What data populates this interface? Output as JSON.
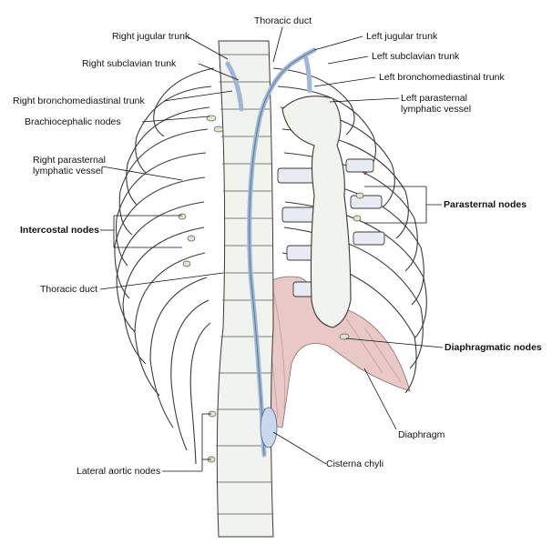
{
  "labels": {
    "thoracic_duct_top": "Thoracic duct",
    "right_jugular_trunk": "Right jugular trunk",
    "right_subclavian_trunk": "Right subclavian trunk",
    "right_bronchomediastinal_trunk": "Right bronchomediastinal trunk",
    "brachiocephalic_nodes": "Brachiocephalic nodes",
    "right_parasternal_line1": "Right parasternal",
    "right_parasternal_line2": "lymphatic vessel",
    "intercostal_nodes": "Intercostal nodes",
    "thoracic_duct_left": "Thoracic duct",
    "lateral_aortic_nodes": "Lateral aortic nodes",
    "left_jugular_trunk": "Left jugular trunk",
    "left_subclavian_trunk": "Left subclavian trunk",
    "left_bronchomediastinal_trunk": "Left bronchomediastinal trunk",
    "left_parasternal_line1": "Left parasternal",
    "left_parasternal_line2": "lymphatic vessel",
    "parasternal_nodes": "Parasternal nodes",
    "diaphragmatic_nodes": "Diaphragmatic nodes",
    "diaphragm": "Diaphragm",
    "cisterna_chyli": "Cisterna chyli"
  },
  "colors": {
    "bone": "#f1f3ee",
    "bone_outline": "#3a3a3a",
    "lymph_vessel": "#c9d8ec",
    "diaphragm": "#e9c8c8",
    "node": "#dfe6d6"
  }
}
